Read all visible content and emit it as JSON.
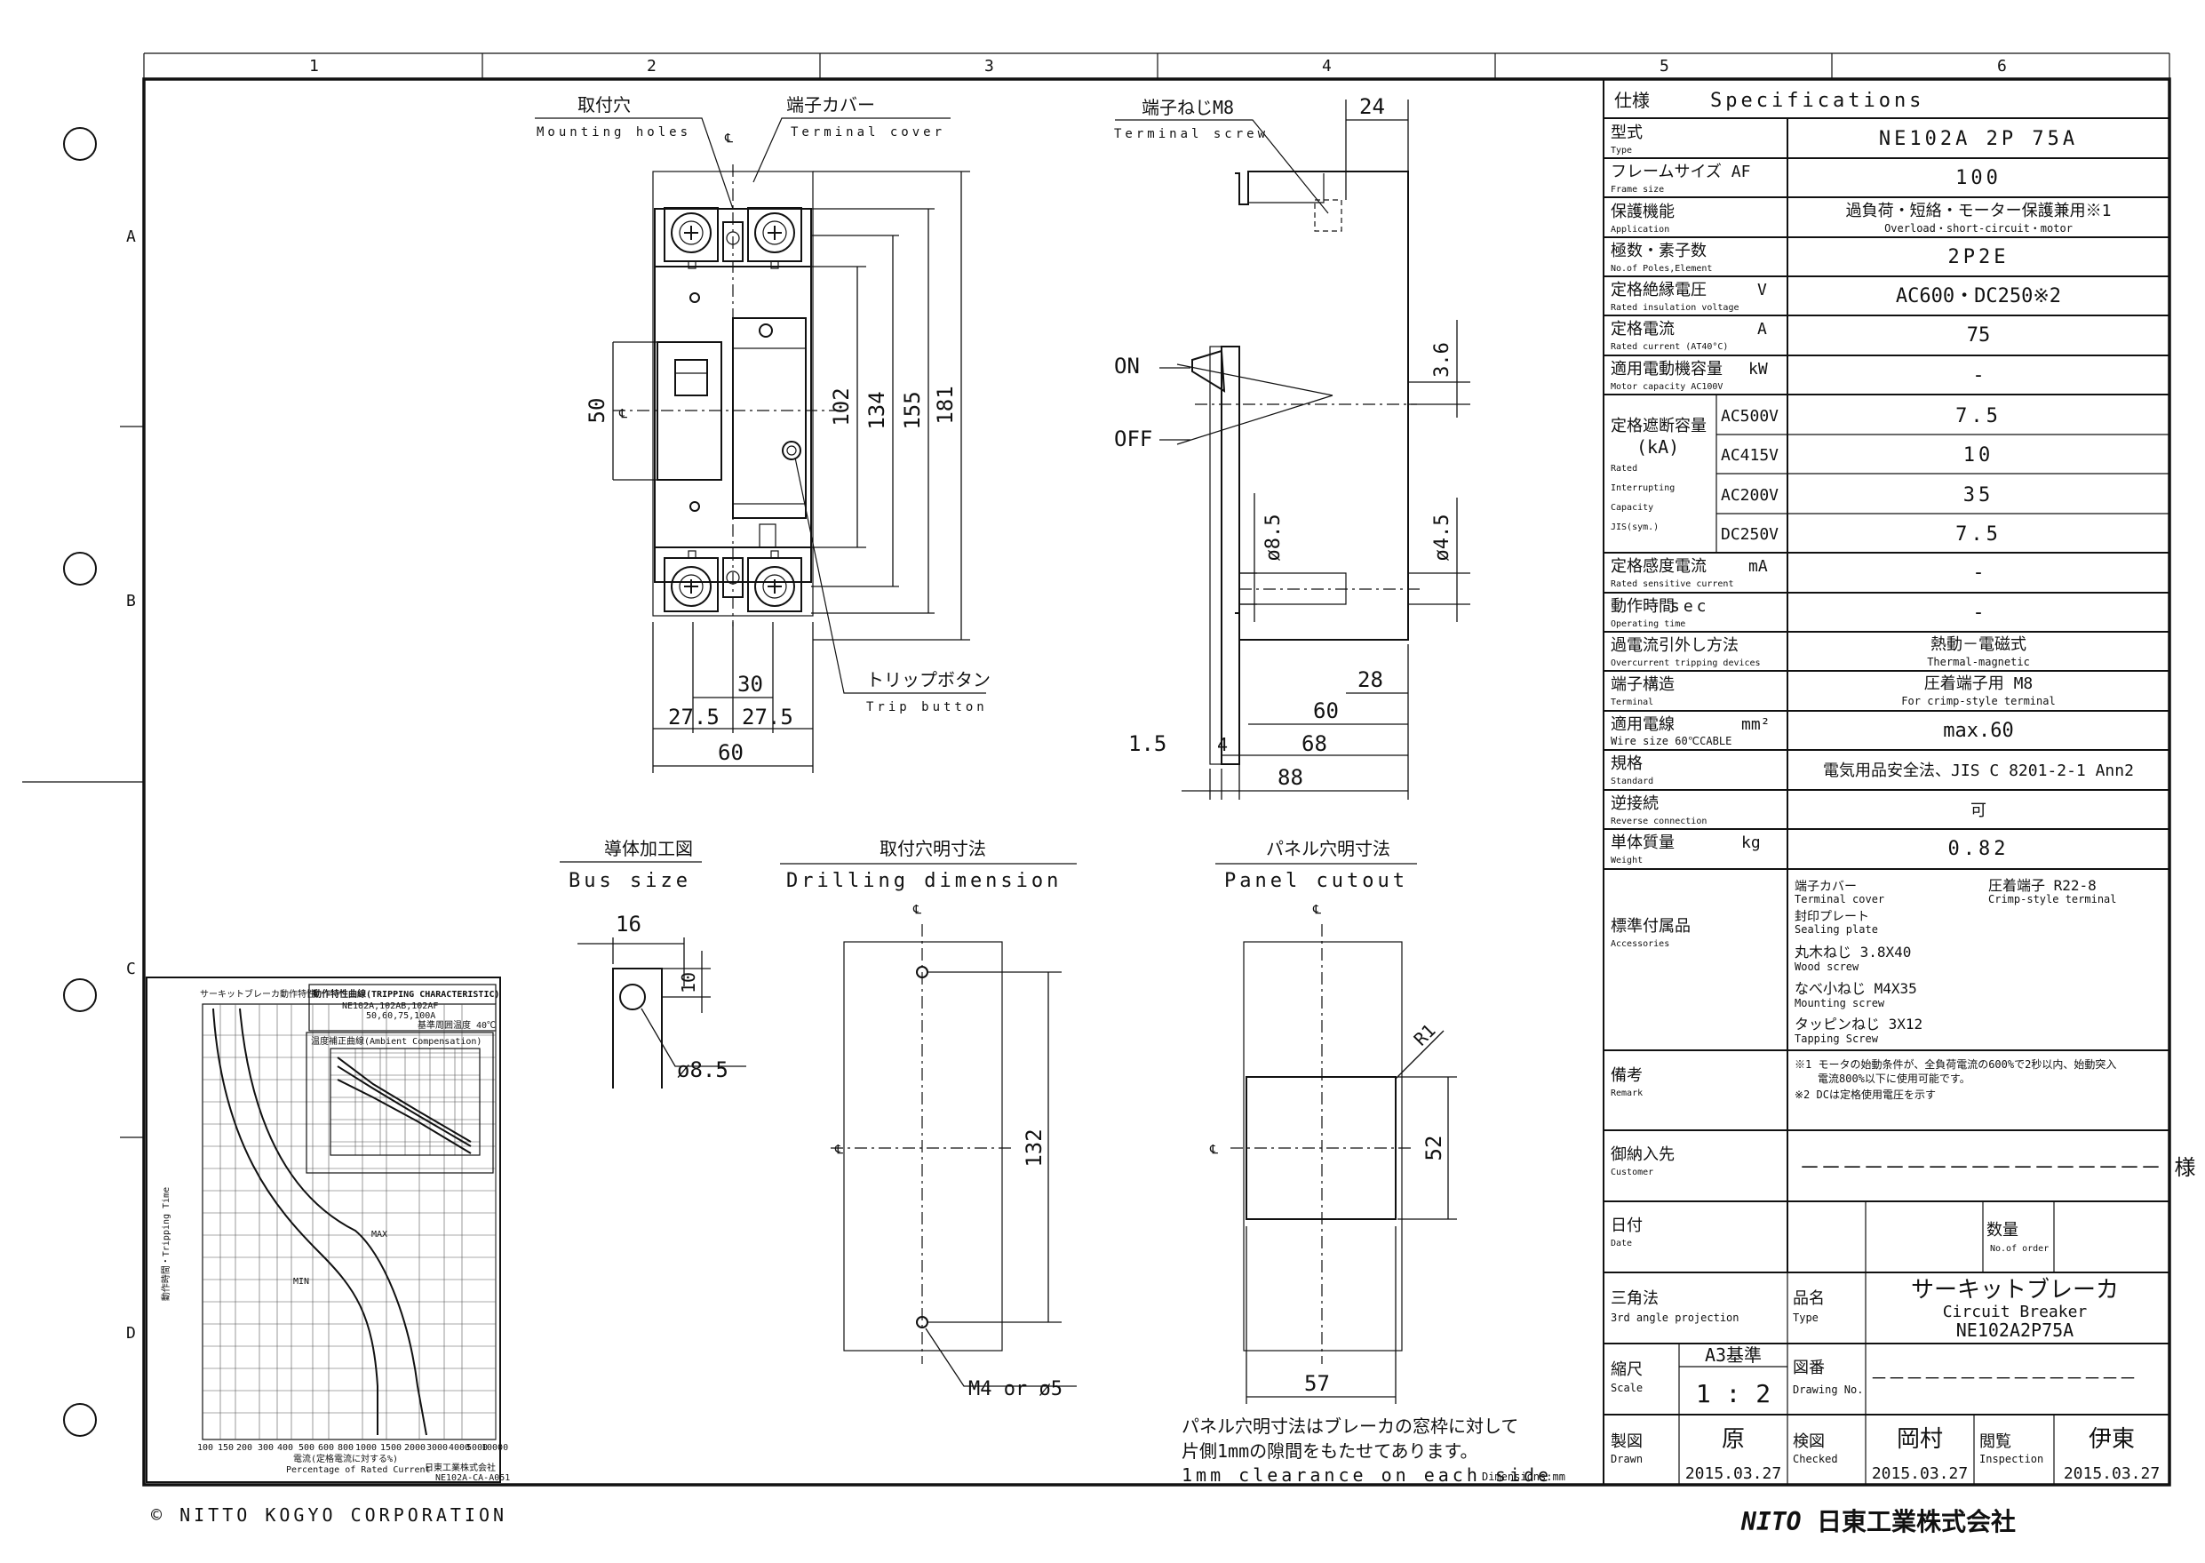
{
  "frame": {
    "col_numbers": [
      "1",
      "2",
      "3",
      "4",
      "5",
      "6"
    ],
    "row_letters": [
      "A",
      "B",
      "C",
      "D"
    ]
  },
  "spec": {
    "header_ja": "仕様",
    "header_en": "Specifications",
    "rows": [
      {
        "ja": "型式",
        "en": "Type",
        "unit": "",
        "value": "NE102A 2P 75A",
        "sub": ""
      },
      {
        "ja": "フレームサイズ AF",
        "en": "Frame size",
        "unit": "",
        "value": "100",
        "sub": ""
      },
      {
        "ja": "保護機能",
        "en": "Application",
        "unit": "",
        "value": "過負荷・短絡・モーター保護兼用※1",
        "sub": "Overload・short-circuit・motor"
      },
      {
        "ja": "極数・素子数",
        "en": "No.of Poles,Element",
        "unit": "",
        "value": "2P2E",
        "sub": ""
      },
      {
        "ja": "定格絶縁電圧",
        "en": "Rated insulation voltage",
        "unit": "V",
        "value": "AC600・DC250※2",
        "sub": ""
      },
      {
        "ja": "定格電流",
        "en": "Rated current (AT40°C)",
        "unit": "A",
        "value": "75",
        "sub": ""
      },
      {
        "ja": "適用電動機容量",
        "en": "Motor capacity AC100V",
        "unit": "kW",
        "value": "-",
        "sub": ""
      }
    ],
    "interrupt": {
      "ja": "定格遮断容量",
      "unit": "(kA)",
      "en": [
        "Rated",
        "Interrupting",
        "Capacity",
        "JIS(sym.)"
      ],
      "rows": [
        {
          "v": "AC500V",
          "value": "7.5"
        },
        {
          "v": "AC415V",
          "value": "10"
        },
        {
          "v": "AC200V",
          "value": "35"
        },
        {
          "v": "DC250V",
          "value": "7.5"
        }
      ]
    },
    "rows2": [
      {
        "ja": "定格感度電流",
        "en": "Rated sensitive current",
        "unit": "mA",
        "value": "-",
        "sub": ""
      },
      {
        "ja": "動作時間",
        "en": "Operating time",
        "unit": "sec",
        "value": "-",
        "sub": ""
      },
      {
        "ja": "過電流引外し方法",
        "en": "Overcurrent tripping devices",
        "unit": "",
        "value": "熱動－電磁式",
        "sub": "Thermal-magnetic"
      },
      {
        "ja": "端子構造",
        "en": "Terminal",
        "unit": "",
        "value": "圧着端子用 M8",
        "sub": "For crimp-style terminal"
      },
      {
        "ja": "適用電線",
        "en": "Wire size 60℃CABLE",
        "unit": "mm²",
        "value": "max.60",
        "sub": ""
      },
      {
        "ja": "規格",
        "en": "Standard",
        "unit": "",
        "value": "電気用品安全法、JIS C 8201-2-1 Ann2",
        "sub": ""
      },
      {
        "ja": "逆接続",
        "en": "Reverse connection",
        "unit": "",
        "value": "可",
        "sub": ""
      },
      {
        "ja": "単体質量",
        "en": "Weight",
        "unit": "kg",
        "value": "0.82",
        "sub": ""
      }
    ],
    "accessories": {
      "ja": "標準付属品",
      "en": "Accessories",
      "left": [
        {
          "ja": "端子カバー",
          "en": "Terminal cover"
        },
        {
          "ja": "封印プレート",
          "en": "Sealing plate"
        },
        {
          "ja": "丸木ねじ 3.8X40",
          "en": "Wood screw"
        },
        {
          "ja": "なべ小ねじ M4X35",
          "en": "Mounting screw"
        },
        {
          "ja": "タッピンねじ 3X12",
          "en": "Tapping Screw"
        }
      ],
      "right": {
        "ja": "圧着端子 R22-8",
        "en": "Crimp-style terminal"
      }
    },
    "remark": {
      "ja": "備考",
      "en": "Remark",
      "lines": [
        "※1 モータの始動条件が、全負荷電流の600%で2秒以内、始動突入",
        "電流800%以下に使用可能です。",
        "※2 DCは定格使用電圧を示す"
      ]
    },
    "customer": {
      "ja": "御納入先",
      "en": "Customer",
      "value": "－－－－－－－－－－－－－－－－－ 様"
    },
    "date": {
      "ja": "日付",
      "en": "Date",
      "qty_ja": "数量",
      "qty_en": "No.of order"
    },
    "projection": {
      "ja": "三角法",
      "en": "3rd angle projection"
    },
    "name": {
      "ja": "品名",
      "en": "Type",
      "line1": "サーキットブレーカ",
      "line2": "Circuit Breaker",
      "line3": "NE102A2P75A"
    },
    "scale": {
      "ja": "縮尺",
      "en": "Scale",
      "std": "A3基準",
      "value": "1 : 2"
    },
    "drawing": {
      "ja": "図番",
      "en": "Drawing No.",
      "value": "－－－－－－－－－－－－－－－"
    },
    "sign": {
      "drawn_ja": "製図",
      "drawn_en": "Drawn",
      "drawn_name": "原",
      "drawn_date": "2015.03.27",
      "checked_ja": "検図",
      "checked_en": "Checked",
      "checked_name": "岡村",
      "checked_date": "2015.03.27",
      "insp_ja": "閲覧",
      "insp_en": "Inspection",
      "insp_name": "伊東",
      "insp_date": "2015.03.27"
    }
  },
  "front": {
    "mounting_ja": "取付穴",
    "mounting_en": "Mounting holes",
    "cover_ja": "端子カバー",
    "cover_en": "Terminal cover",
    "trip_ja": "トリップボタン",
    "trip_en": "Trip button",
    "dims": {
      "d50": "50",
      "d102": "102",
      "d134": "134",
      "d155": "155",
      "d181": "181",
      "d30": "30",
      "d275a": "27.5",
      "d275b": "27.5",
      "d60": "60"
    }
  },
  "side": {
    "screw_ja": "端子ねじM8",
    "screw_en": "Terminal screw",
    "on": "ON",
    "off": "OFF",
    "dims": {
      "d24": "24",
      "d36": "3.6",
      "d85": "ø8.5",
      "d45": "ø4.5",
      "d28": "28",
      "d60": "60",
      "d68": "68",
      "d88": "88",
      "d15": "1.5",
      "d4": "4"
    }
  },
  "bus": {
    "ja": "導体加工図",
    "en": "Bus size",
    "d16": "16",
    "d10": "10",
    "d85": "ø8.5"
  },
  "drill": {
    "ja": "取付穴明寸法",
    "en": "Drilling dimension",
    "d132": "132",
    "hole": "M4 or ø5"
  },
  "panel": {
    "ja": "パネル穴明寸法",
    "en": "Panel cutout",
    "r1": "R1",
    "d52": "52",
    "d57": "57"
  },
  "note": {
    "line1": "パネル穴明寸法はブレーカの窓枠に対して",
    "line2": "片側1mmの隙間をもたせてあります。",
    "line3": "1mm clearance on each side",
    "dims_unit": "Dimensions:mm"
  },
  "footer": {
    "copyright": "© NITTO KOGYO CORPORATION",
    "logo_mark": "NITO",
    "logo_ja": "日東工業株式会社"
  },
  "chart": {
    "title": "サーキットブレーカ動作特性",
    "sub1": "動作特性曲線(TRIPPING CHARACTERISTIC)",
    "sub2": "NE102A,102AB,102AF",
    "sub3": "50,60,75,100A",
    "sub4": "基準周囲温度 40℃",
    "inset_title": "温度補正曲線(Ambient Compensation)",
    "xlabel": "電流(定格電流に対する%)",
    "xlabel_en": "Percentage of Rated Current",
    "ylabel": "動作時間・Tripping Time",
    "max": "MAX",
    "min": "MIN",
    "code": "NE102A-CA-A051",
    "maker": "日東工業株式会社",
    "xticks": [
      "100",
      "150",
      "200",
      "300",
      "400",
      "500",
      "600",
      "800",
      "1000",
      "1500",
      "2000",
      "3000",
      "4000",
      "5000",
      "10000"
    ]
  }
}
